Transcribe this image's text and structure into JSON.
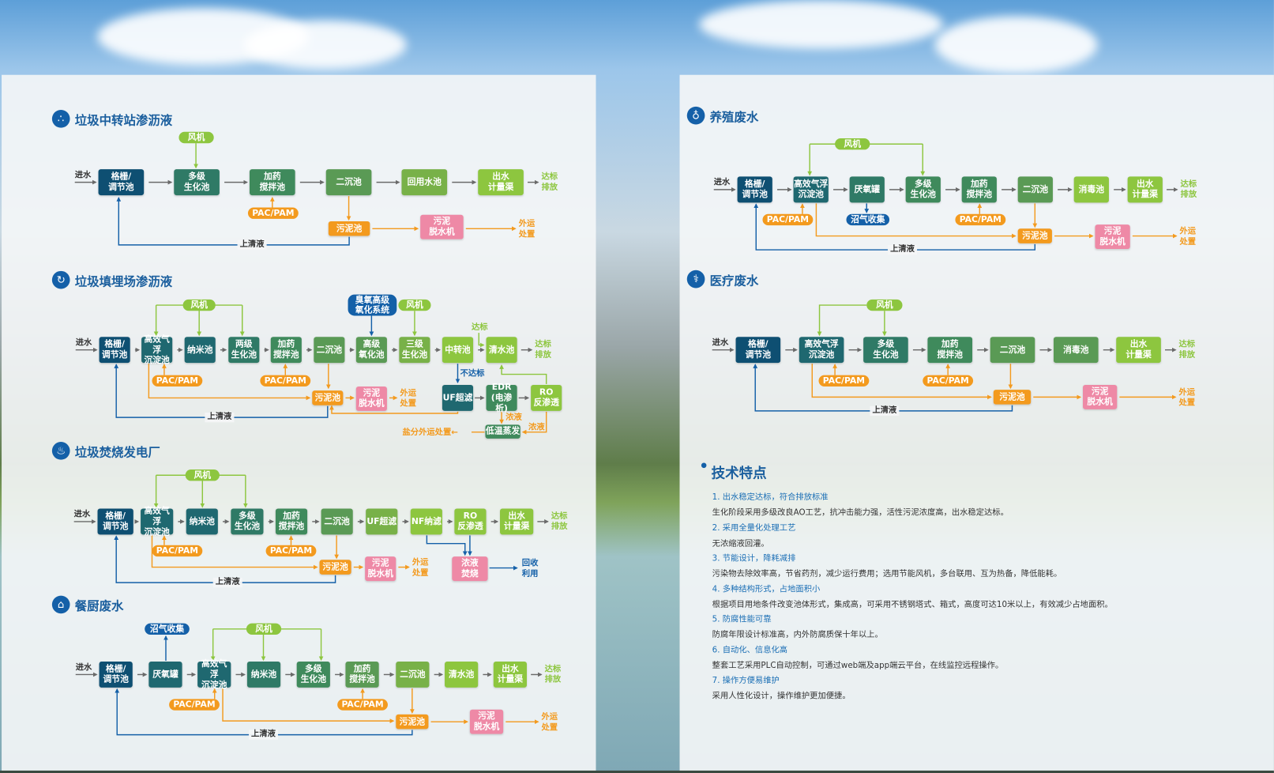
{
  "common": {
    "inlet": "进水",
    "discharge": "达标\n排放",
    "blower": "风机",
    "pac": "PAC/PAM",
    "sludge_tank": "污泥池",
    "dewater": "污泥\n脱水机",
    "haul": "外运\n处置",
    "supernatant": "上清液",
    "biogas": "沼气收集"
  },
  "d1": {
    "title": "垃圾中转站渗沥液",
    "main": [
      "格栅/\n调节池",
      "多级\n生化池",
      "加药\n搅拌池",
      "二沉池",
      "回用水池",
      "出水\n计量渠"
    ]
  },
  "d2": {
    "title": "垃圾填埋场渗沥液",
    "main": [
      "格栅/\n调节池",
      "高效气浮\n沉淀池",
      "纳米池",
      "两级\n生化池",
      "加药\n搅拌池",
      "二沉池",
      "高级\n氧化池",
      "三级\n生化池",
      "中转池",
      "清水池"
    ],
    "ozone": "臭氧高级\n氧化系统",
    "uf": "UF超滤",
    "edr": "EDR\n(电渗析)",
    "ro": "RO\n反渗透",
    "evap": "低温蒸发",
    "salt": "盐分外运处置←",
    "pass": "达标",
    "fail": "不达标",
    "conc1": "浓液",
    "conc2": "浓液"
  },
  "d3": {
    "title": "垃圾焚烧发电厂",
    "main": [
      "格栅/\n调节池",
      "高效气浮\n沉淀池",
      "纳米池",
      "多级\n生化池",
      "加药\n搅拌池",
      "二沉池",
      "UF超滤",
      "NF纳滤",
      "RO\n反渗透",
      "出水\n计量渠"
    ],
    "incin": "浓液\n焚烧",
    "reuse": "回收\n利用"
  },
  "d4": {
    "title": "餐厨废水",
    "main": [
      "格栅/\n调节池",
      "厌氧罐",
      "高效气浮\n沉淀池",
      "纳米池",
      "多级\n生化池",
      "加药\n搅拌池",
      "二沉池",
      "清水池",
      "出水\n计量渠"
    ]
  },
  "d5": {
    "title": "养殖废水",
    "main": [
      "格栅/\n调节池",
      "高效气浮\n沉淀池",
      "厌氧罐",
      "多级\n生化池",
      "加药\n搅拌池",
      "二沉池",
      "消毒池",
      "出水\n计量渠"
    ]
  },
  "d6": {
    "title": "医疗废水",
    "main": [
      "格栅/\n调节池",
      "高效气浮\n沉淀池",
      "多级\n生化池",
      "加药\n搅拌池",
      "二沉池",
      "消毒池",
      "出水\n计量渠"
    ]
  },
  "features": {
    "title": "技术特点",
    "items": [
      {
        "h": "1. 出水稳定达标，符合排放标准",
        "b": "生化阶段采用多级改良AO工艺，抗冲击能力强，活性污泥浓度高，出水稳定达标。"
      },
      {
        "h": "2. 采用全量化处理工艺",
        "b": "无浓缩液回灌。"
      },
      {
        "h": "3. 节能设计，降耗减排",
        "b": "污染物去除效率高，节省药剂，减少运行费用；选用节能风机，多台联用、互为热备，降低能耗。"
      },
      {
        "h": "4. 多种结构形式，占地面积小",
        "b": "根据项目用地条件改变池体形式，集成高，可采用不锈钢塔式、箱式，高度可达10米以上，有效减少占地面积。"
      },
      {
        "h": "5. 防腐性能可靠",
        "b": "防腐年限设计标准高，内外防腐质保十年以上。"
      },
      {
        "h": "6. 自动化、信息化高",
        "b": "整套工艺采用PLC自动控制，可通过web端及app端云平台，在线监控远程操作。"
      },
      {
        "h": "7. 操作方便易维护",
        "b": "采用人性化设计，操作维护更加便捷。"
      }
    ]
  },
  "colors": {
    "navy": "#0e4f72",
    "teal": "#1f6870",
    "g1": "#2f7a66",
    "g2": "#3f8a5c",
    "g3": "#5a9a55",
    "g4": "#78b148",
    "lime": "#8dc63f",
    "orange": "#f39a1e",
    "pink": "#ee89a6",
    "blue": "#1460a8",
    "gray": "#6a6a6a"
  }
}
